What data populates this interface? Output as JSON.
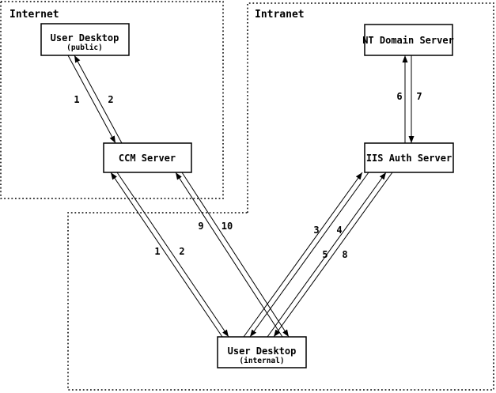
{
  "diagram": {
    "zones": {
      "internet": {
        "label": "Internet"
      },
      "intranet": {
        "label": "Intranet"
      }
    },
    "nodes": {
      "desktop_public": {
        "label": "User Desktop",
        "sublabel": "(public)"
      },
      "nt_domain_server": {
        "label": "NT Domain Server"
      },
      "ccm_server": {
        "label": "CCM Server"
      },
      "iis_auth_server": {
        "label": "IIS Auth Server"
      },
      "desktop_internal": {
        "label": "User Desktop",
        "sublabel": "(internal)"
      }
    },
    "edge_labels": {
      "pub_to_ccm": "1",
      "ccm_to_pub": "2",
      "int_to_ccm": "1",
      "ccm_to_int": "2",
      "int_to_ccm_alt": "9",
      "ccm_to_int_alt": "10",
      "int_to_iis_a": "3",
      "iis_to_int_a": "4",
      "int_to_iis_b": "5",
      "iis_to_int_b": "8",
      "iis_to_nt": "6",
      "nt_to_iis": "7"
    },
    "colors": {
      "line": "#000000",
      "background": "#ffffff"
    }
  }
}
